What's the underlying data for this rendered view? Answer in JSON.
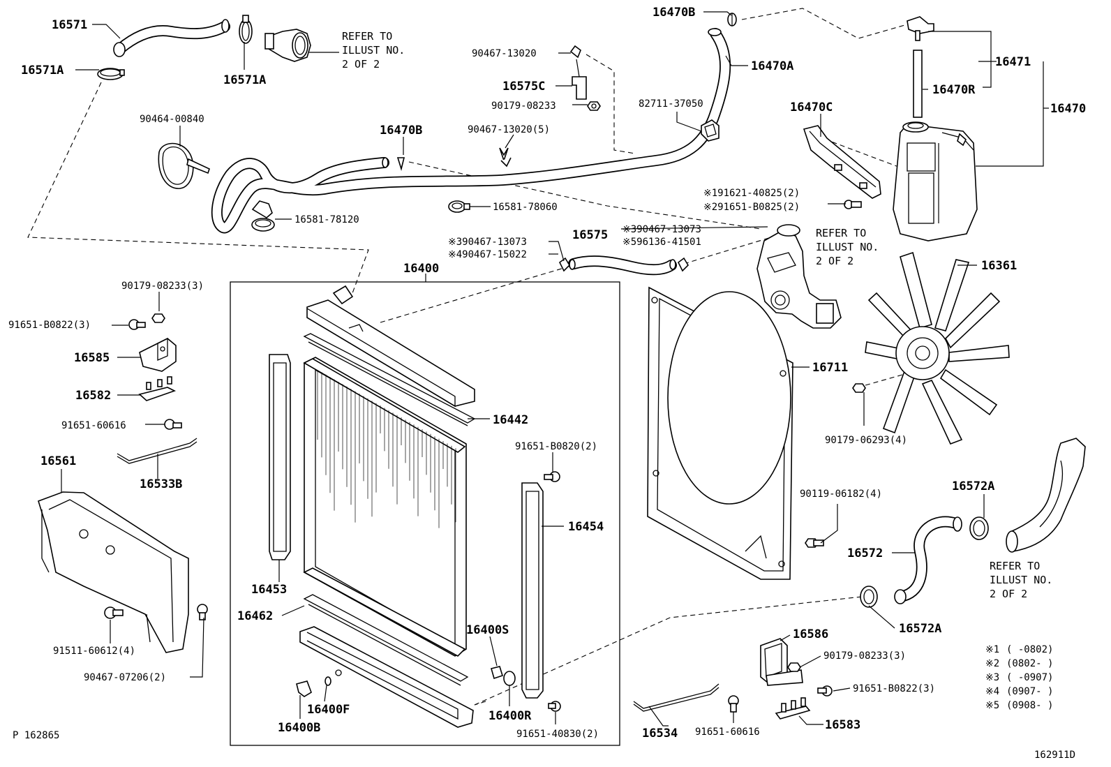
{
  "labels": {
    "p16571": "16571",
    "p16571A_a": "16571A",
    "p16571A_b": "16571A",
    "p16470B_top": "16470B",
    "p16470B_mid": "16470B",
    "p16470A": "16470A",
    "p16471": "16471",
    "p16470R": "16470R",
    "p16470": "16470",
    "p16470C": "16470C",
    "p90467_13020": "90467-13020",
    "p16575C": "16575C",
    "p90179_08233": "90179-08233",
    "p90467_13020_5": "90467-13020(5)",
    "p82711_37050": "82711-37050",
    "p90464_00840": "90464-00840",
    "p16581_78120": "16581-78120",
    "p16581_78060": "16581-78060",
    "p91621_40825": "※191621-40825(2)",
    "p91651_B0825": "※291651-B0825(2)",
    "p90467_13073_a": "※390467-13073",
    "p90467_15022": "※490467-15022",
    "p16575": "16575",
    "p90467_13073_b": "※390467-13073",
    "p96136_41501": "※596136-41501",
    "p16400": "16400",
    "p16361": "16361",
    "p90179_08233_3a": "90179-08233(3)",
    "p91651_B0822_3a": "91651-B0822(3)",
    "p16585": "16585",
    "p16582": "16582",
    "p91651_60616_a": "91651-60616",
    "p16533B": "16533B",
    "p16561": "16561",
    "p16442": "16442",
    "p16711": "16711",
    "p90179_06293": "90179-06293(4)",
    "p91651_B0820": "91651-B0820(2)",
    "p16454": "16454",
    "p16572A_a": "16572A",
    "p90119_06182": "90119-06182(4)",
    "p16572": "16572",
    "p16453": "16453",
    "p16462": "16462",
    "p16400S": "16400S",
    "p16572A_b": "16572A",
    "p91511_60612": "91511-60612(4)",
    "p16586": "16586",
    "p90179_08233_3b": "90179-08233(3)",
    "p90467_07206": "90467-07206(2)",
    "p91651_B0822_3b": "91651-B0822(3)",
    "p16400F": "16400F",
    "p16400R": "16400R",
    "p16400B": "16400B",
    "p91651_40830": "91651-40830(2)",
    "p16534": "16534",
    "p91651_60616_b": "91651-60616",
    "p16583": "16583"
  },
  "refer_notes": {
    "top": [
      "REFER TO",
      "ILLUST NO.",
      "2 OF 2"
    ],
    "mid": [
      "REFER TO",
      "ILLUST NO.",
      "2 OF 2"
    ],
    "right": [
      "REFER TO",
      "ILLUST NO.",
      "2 OF 2"
    ]
  },
  "legend": [
    {
      "mark": "※1",
      "range": "(      -0802)"
    },
    {
      "mark": "※2",
      "range": "(0802-      )"
    },
    {
      "mark": "※3",
      "range": "(      -0907)"
    },
    {
      "mark": "※4",
      "range": "(0907-      )"
    },
    {
      "mark": "※5",
      "range": "(0908-      )"
    }
  ],
  "footer": {
    "left": "P 162865",
    "right": "162911D"
  }
}
